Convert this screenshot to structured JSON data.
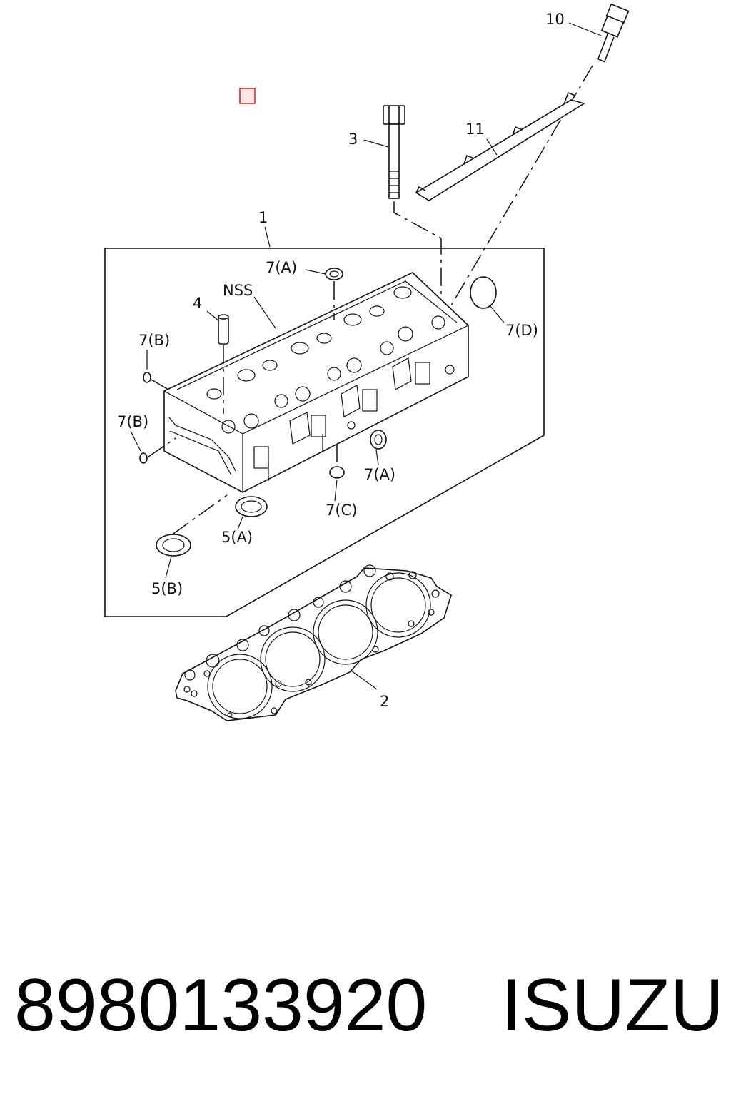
{
  "callouts": {
    "c1": "1",
    "c2": "2",
    "c3": "3",
    "c4": "4",
    "c5a": "5(A)",
    "c5b": "5(B)",
    "c7a_top": "7(A)",
    "c7a_right": "7(A)",
    "c7b_upper": "7(B)",
    "c7b_lower": "7(B)",
    "c7c": "7(C)",
    "c7d": "7(D)",
    "c10": "10",
    "c11": "11",
    "nss": "NSS"
  },
  "footer": {
    "part_number": "8980133920",
    "brand": "ISUZU"
  },
  "colors": {
    "line": "#111111",
    "marker": "#d32f2f",
    "text": "#000000"
  }
}
